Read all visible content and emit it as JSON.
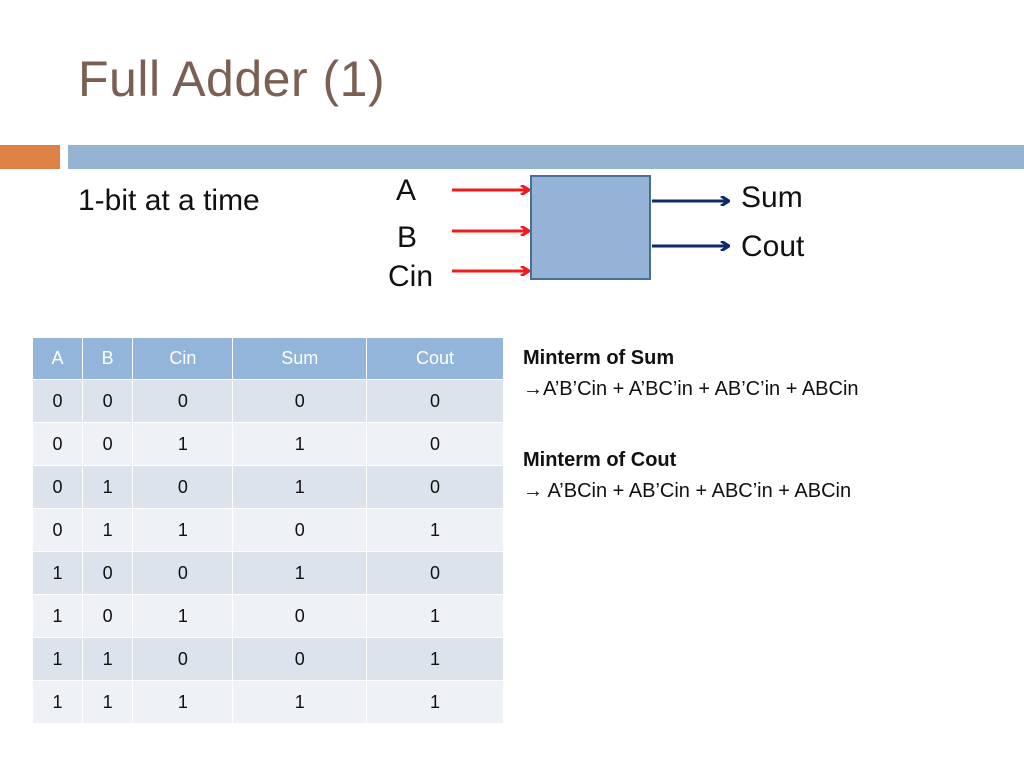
{
  "slide": {
    "title": "Full Adder (1)",
    "subtitle": "1-bit at a time",
    "accent_colors": {
      "orange": "#dd8244",
      "blue": "#94b4d2",
      "title": "#7a5f52"
    }
  },
  "diagram": {
    "inputs": [
      "A",
      "B",
      "Cin"
    ],
    "outputs": [
      "Sum",
      "Cout"
    ],
    "input_arrow_color": "#ee1c1c",
    "output_arrow_color": "#0d2a6b",
    "block_color": "#95b3d7"
  },
  "truth_table": {
    "headers": [
      "A",
      "B",
      "Cin",
      "Sum",
      "Cout"
    ],
    "rows": [
      [
        "0",
        "0",
        "0",
        "0",
        "0"
      ],
      [
        "0",
        "0",
        "1",
        "1",
        "0"
      ],
      [
        "0",
        "1",
        "0",
        "1",
        "0"
      ],
      [
        "0",
        "1",
        "1",
        "0",
        "1"
      ],
      [
        "1",
        "0",
        "0",
        "1",
        "0"
      ],
      [
        "1",
        "0",
        "1",
        "0",
        "1"
      ],
      [
        "1",
        "1",
        "0",
        "0",
        "1"
      ],
      [
        "1",
        "1",
        "1",
        "1",
        "1"
      ]
    ]
  },
  "minterms": {
    "sum_heading": "Minterm of Sum",
    "sum_expr": "A’B’Cin + A’BC’in + AB’C’in + ABCin",
    "cout_heading": "Minterm of Cout",
    "cout_expr": " A’BCin + AB’Cin + ABC’in + ABCin"
  }
}
